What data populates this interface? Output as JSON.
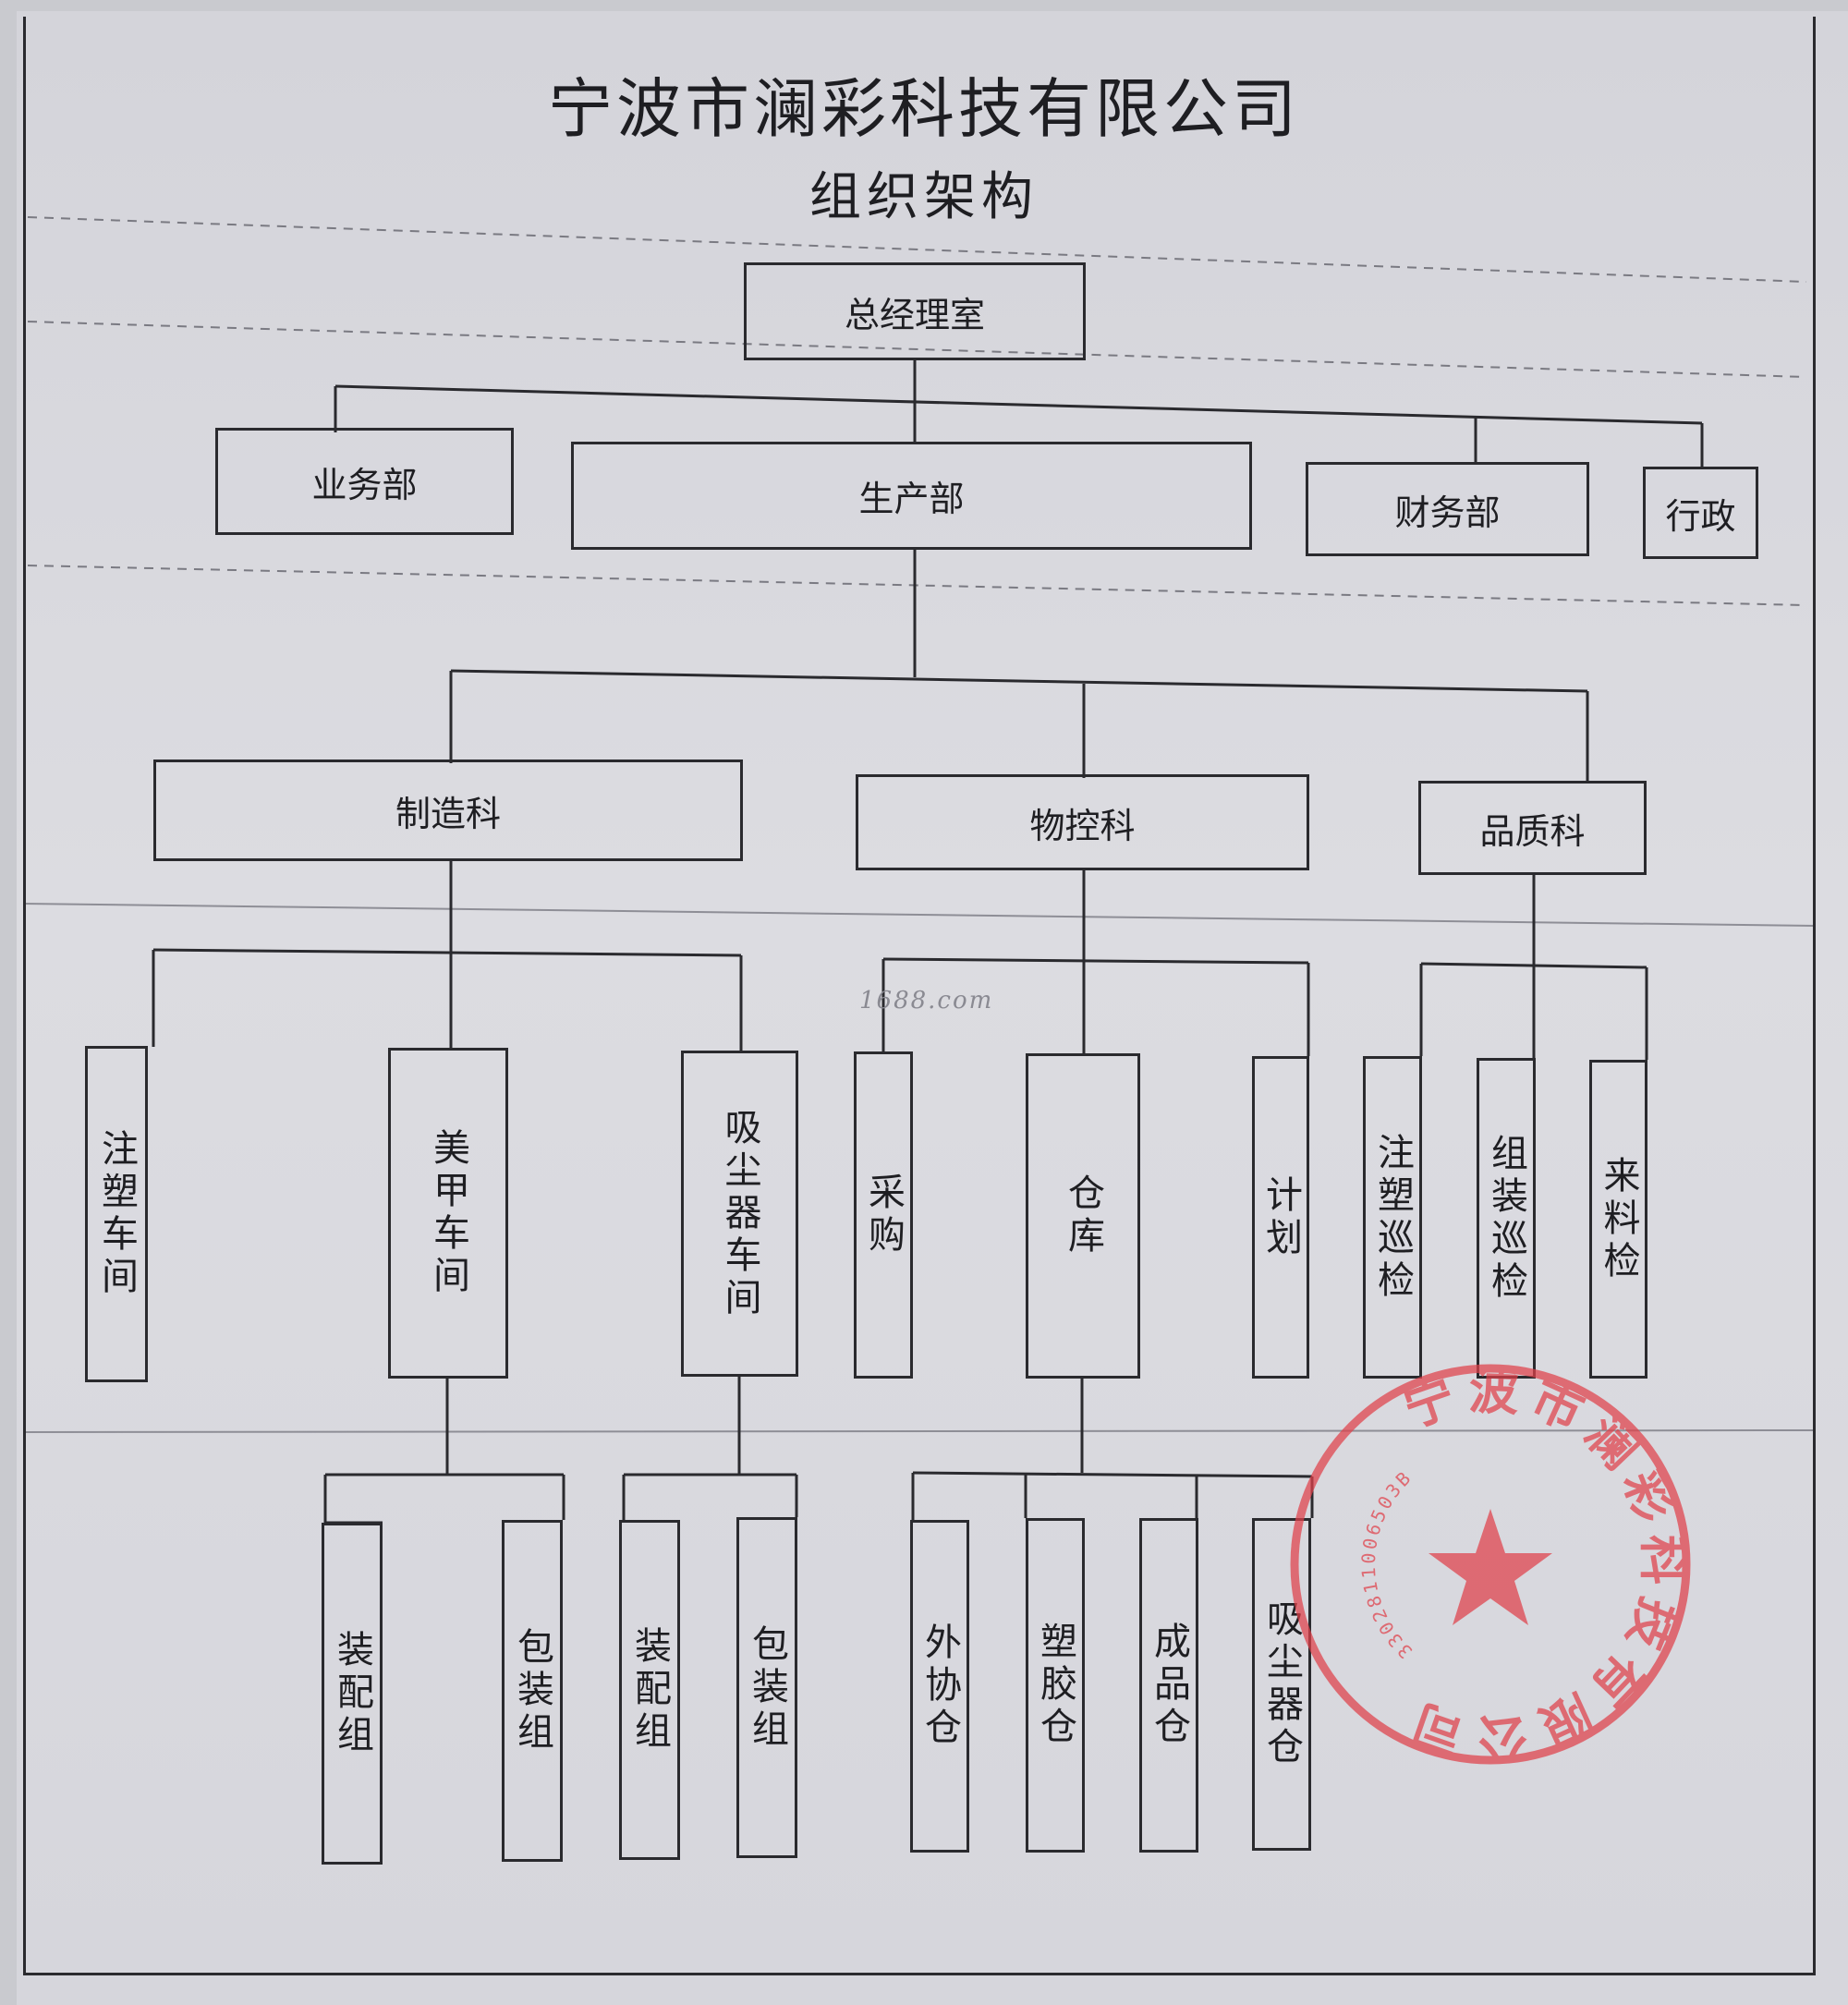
{
  "title": "宁波市澜彩科技有限公司",
  "subtitle": "组织架构",
  "watermark": "1688.com",
  "nodes": {
    "gm": "总经理室",
    "sales": "业务部",
    "production": "生产部",
    "finance": "财务部",
    "admin": "行政",
    "manufacturing": "制造科",
    "material_control": "物控科",
    "quality": "品质科",
    "injection_workshop": "注塑车间",
    "nail_workshop": "美甲车间",
    "vacuum_workshop": "吸尘器车间",
    "purchasing": "采购",
    "warehouse": "仓库",
    "planning": "计划",
    "injection_patrol": "注塑巡检",
    "assembly_patrol": "组装巡检",
    "incoming_inspection": "来料检",
    "nail_assembly": "装配组",
    "nail_packing": "包装组",
    "vacuum_assembly": "装配组",
    "vacuum_packing": "包装组",
    "outsourcing_store": "外协仓",
    "plastic_store": "塑胶仓",
    "finished_store": "成品仓",
    "vacuum_store": "吸尘器仓"
  },
  "seal": {
    "text": "宁波市澜彩科技有限公司",
    "code": "3302811006503B",
    "color": "#e0414a"
  }
}
